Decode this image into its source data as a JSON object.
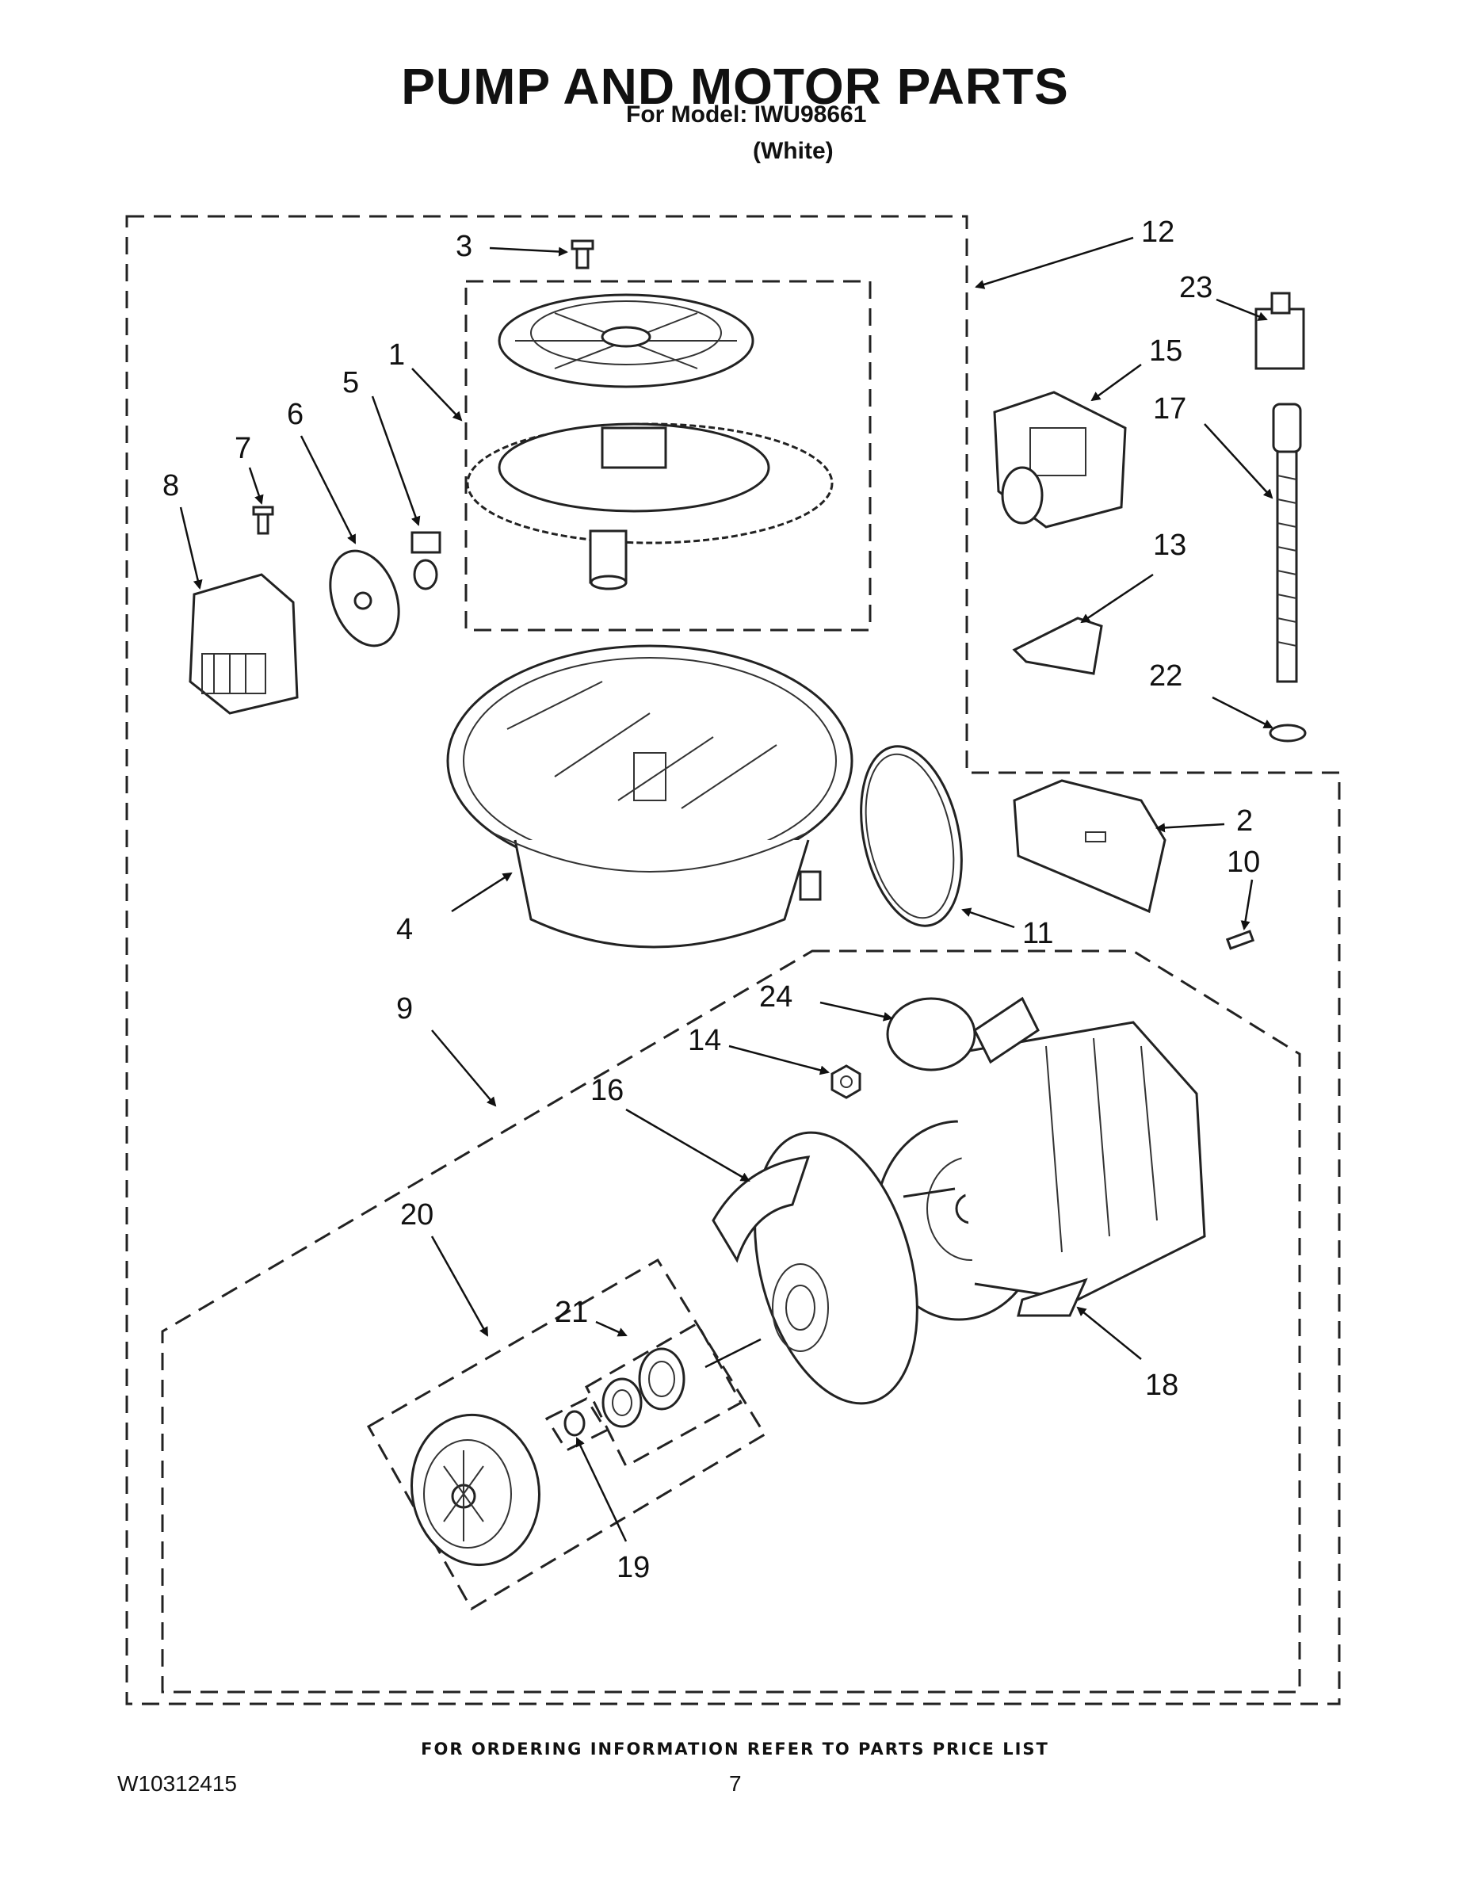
{
  "header": {
    "title": "PUMP AND MOTOR PARTS",
    "model": "For Model: IWU98661",
    "color": "(White)"
  },
  "footer": {
    "ordering": "FOR ORDERING INFORMATION REFER TO PARTS PRICE LIST",
    "doc_number": "W10312415",
    "page_number": "7"
  },
  "callouts": {
    "c1": "1",
    "c2": "2",
    "c3": "3",
    "c4": "4",
    "c5": "5",
    "c6": "6",
    "c7": "7",
    "c8": "8",
    "c9": "9",
    "c10": "10",
    "c11": "11",
    "c12": "12",
    "c13": "13",
    "c14": "14",
    "c15": "15",
    "c16": "16",
    "c17": "17",
    "c18": "18",
    "c19": "19",
    "c20": "20",
    "c21": "21",
    "c22": "22",
    "c23": "23",
    "c24": "24"
  }
}
